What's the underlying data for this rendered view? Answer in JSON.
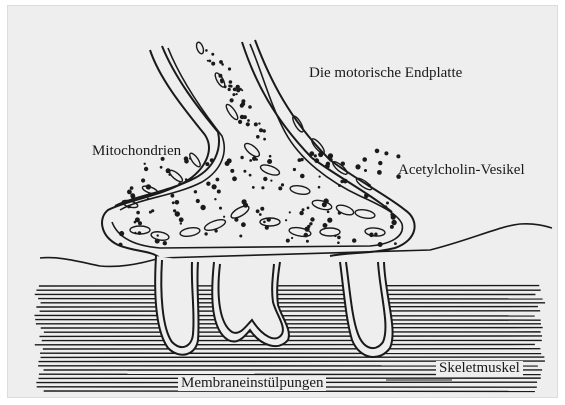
{
  "diagram": {
    "labels": {
      "title": "Die motorische Endplatte",
      "mitochondria": "Mitochondrien",
      "vesicles": "Acetylcholin-Vesikel",
      "muscle": "Skeletmuskel",
      "infoldings": "Membraneinstülpungen"
    },
    "colors": {
      "background": "#eeeeee",
      "ink": "#1a1a1a",
      "frame": "#dcdcdc"
    }
  }
}
